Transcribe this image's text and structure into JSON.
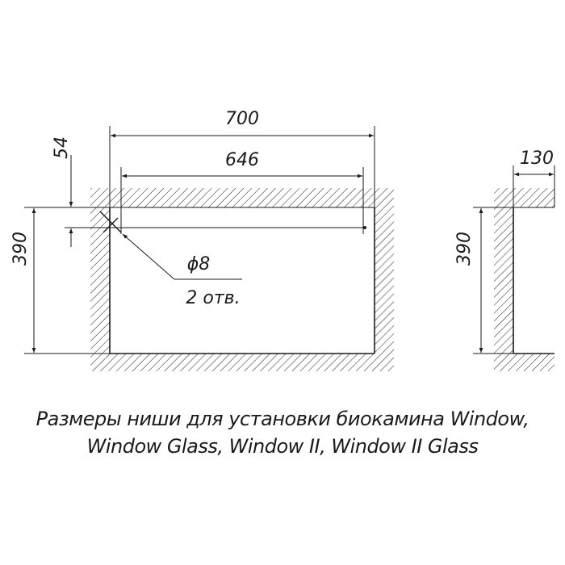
{
  "front_view": {
    "width_label": "700",
    "inner_width_label": "646",
    "offset_label": "54",
    "height_label": "390",
    "hole_diameter_label": "ϕ8",
    "hole_count_label": "2 отв."
  },
  "side_view": {
    "depth_label": "130",
    "height_label": "390"
  },
  "caption": {
    "line1": "Размеры ниши для установки биокамина Window,",
    "line2": "Window Glass, Window II, Window II Glass"
  },
  "colors": {
    "ink": "#1a1a1a",
    "background": "#ffffff"
  }
}
